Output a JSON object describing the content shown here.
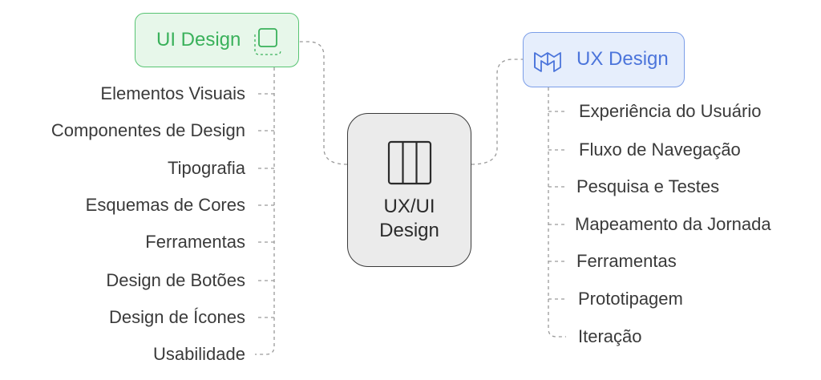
{
  "center": {
    "label": "UX/UI\nDesign",
    "icon": "columns-icon"
  },
  "ui_design": {
    "label": "UI Design",
    "icon": "square-select-icon",
    "colors": {
      "fill": "#e7f7ea",
      "border": "#58c473",
      "text": "#3ab15b"
    },
    "items": [
      "Elementos Visuais",
      "Componentes de Design",
      "Tipografia",
      "Esquemas de Cores",
      "Ferramentas",
      "Design de Botões",
      "Design de Ícones",
      "Usabilidade"
    ]
  },
  "ux_design": {
    "label": "UX Design",
    "icon": "material-logo-icon",
    "colors": {
      "fill": "#e6eefc",
      "border": "#7c9ee8",
      "text": "#4c75db"
    },
    "items": [
      "Experiência do Usuário",
      "Fluxo de Navegação",
      "Pesquisa e Testes",
      "Mapeamento da Jornada",
      "Ferramentas",
      "Prototipagem",
      "Iteração"
    ]
  }
}
